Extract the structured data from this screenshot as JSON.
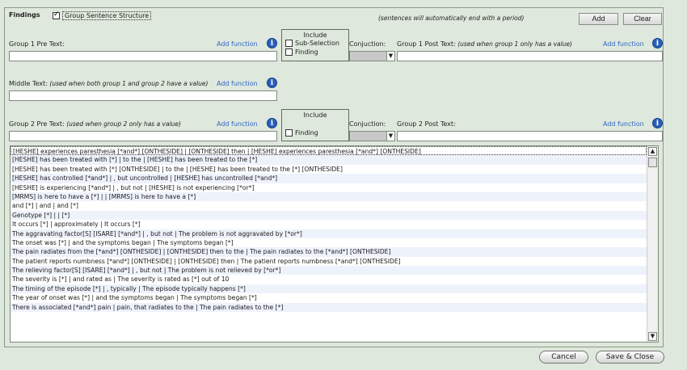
{
  "header": {
    "title": "Findings",
    "group_sentence_label": "Group Sentence Structure",
    "group_sentence_checked": true,
    "period_note": "(sentences will automatically end with a period)",
    "add_label": "Add",
    "clear_label": "Clear"
  },
  "group1": {
    "pre_label": "Group 1 Pre Text:",
    "add_function": "Add function",
    "include_title": "Include",
    "sub_selection": "Sub-Selection",
    "finding": "Finding",
    "conjunction": "Conjuction:",
    "post_label": "Group 1 Post Text:",
    "post_note": "(used when group 1 only has a value)",
    "post_add_function": "Add function"
  },
  "middle": {
    "label": "Middle Text:",
    "note": "(used when both group 1 and group 2 have a value)",
    "add_function": "Add function"
  },
  "group2": {
    "pre_label": "Group 2 Pre Text:",
    "pre_note": "(used when group 2 only has a value)",
    "add_function": "Add function",
    "include_title": "Include",
    "finding": "Finding",
    "conjunction": "Conjuction:",
    "post_label": "Group 2 Post Text:",
    "post_add_function": "Add function"
  },
  "info_glyph": "i",
  "list_rows": [
    "[HESHE] experiences paresthesia [*and*] [ONTHESIDE]    |    [ONTHESIDE] then    |    [HESHE] experiences paresthesia [*and*] [ONTHESIDE]",
    "[HESHE] has been treated with [*]    |    to the    |    [HESHE] has been treated to the [*]",
    "[HESHE] has been treated with [*] [ONTHESIDE]    |    to the    |    [HESHE] has been treated to the [*] [ONTHESIDE]",
    "[HESHE] has controlled [*and*]    |    , but uncontrolled    |    [HESHE] has uncontrolled [*and*]",
    "[HESHE] is experiencing [*and*]    |    , but not    |    [HESHE] is not experiencing [*or*]",
    "[MRMS] is here to have a [*]    |        |    [MRMS] is here to have a [*]",
    "and [*]    |    and    |    and [*]",
    "Genotype [*]    |        |    [*]",
    "It occurs [*]    |    approximately    |    It occurs [*]",
    "The aggravating factor[S] [ISARE] [*and*]    |    , but not    |    The problem is not aggravated by [*or*]",
    "The onset was [*]    |    and the symptoms began    |    The symptoms began [*]",
    "The pain radiates from the [*and*] [ONTHESIDE]    |    [ONTHESIDE] then to the    |    The pain radiates to the [*and*] [ONTHESIDE]",
    "The patient reports numbness [*and*] [ONTHESIDE]    |    [ONTHESIDE] then    |    The patient reports numbness [*and*] [ONTHESIDE]",
    "The relieving factor[S] [ISARE] [*and*]    |    , but not    |    The problem is not relieved by [*or*]",
    "The severity is [*]    |    and rated as    |    The severity is rated as [*] out of 10",
    "The timing of the episode [*]    |    , typically    |    The episode typically happens [*]",
    "The year of onset was [*]    |    and the symptoms began    |    The symptoms began [*]",
    "There is associated [*and*] pain    |    pain, that radiates to the    |    The pain radiates to the [*]"
  ],
  "footer": {
    "cancel_label": "Cancel",
    "save_close_label": "Save & Close"
  }
}
